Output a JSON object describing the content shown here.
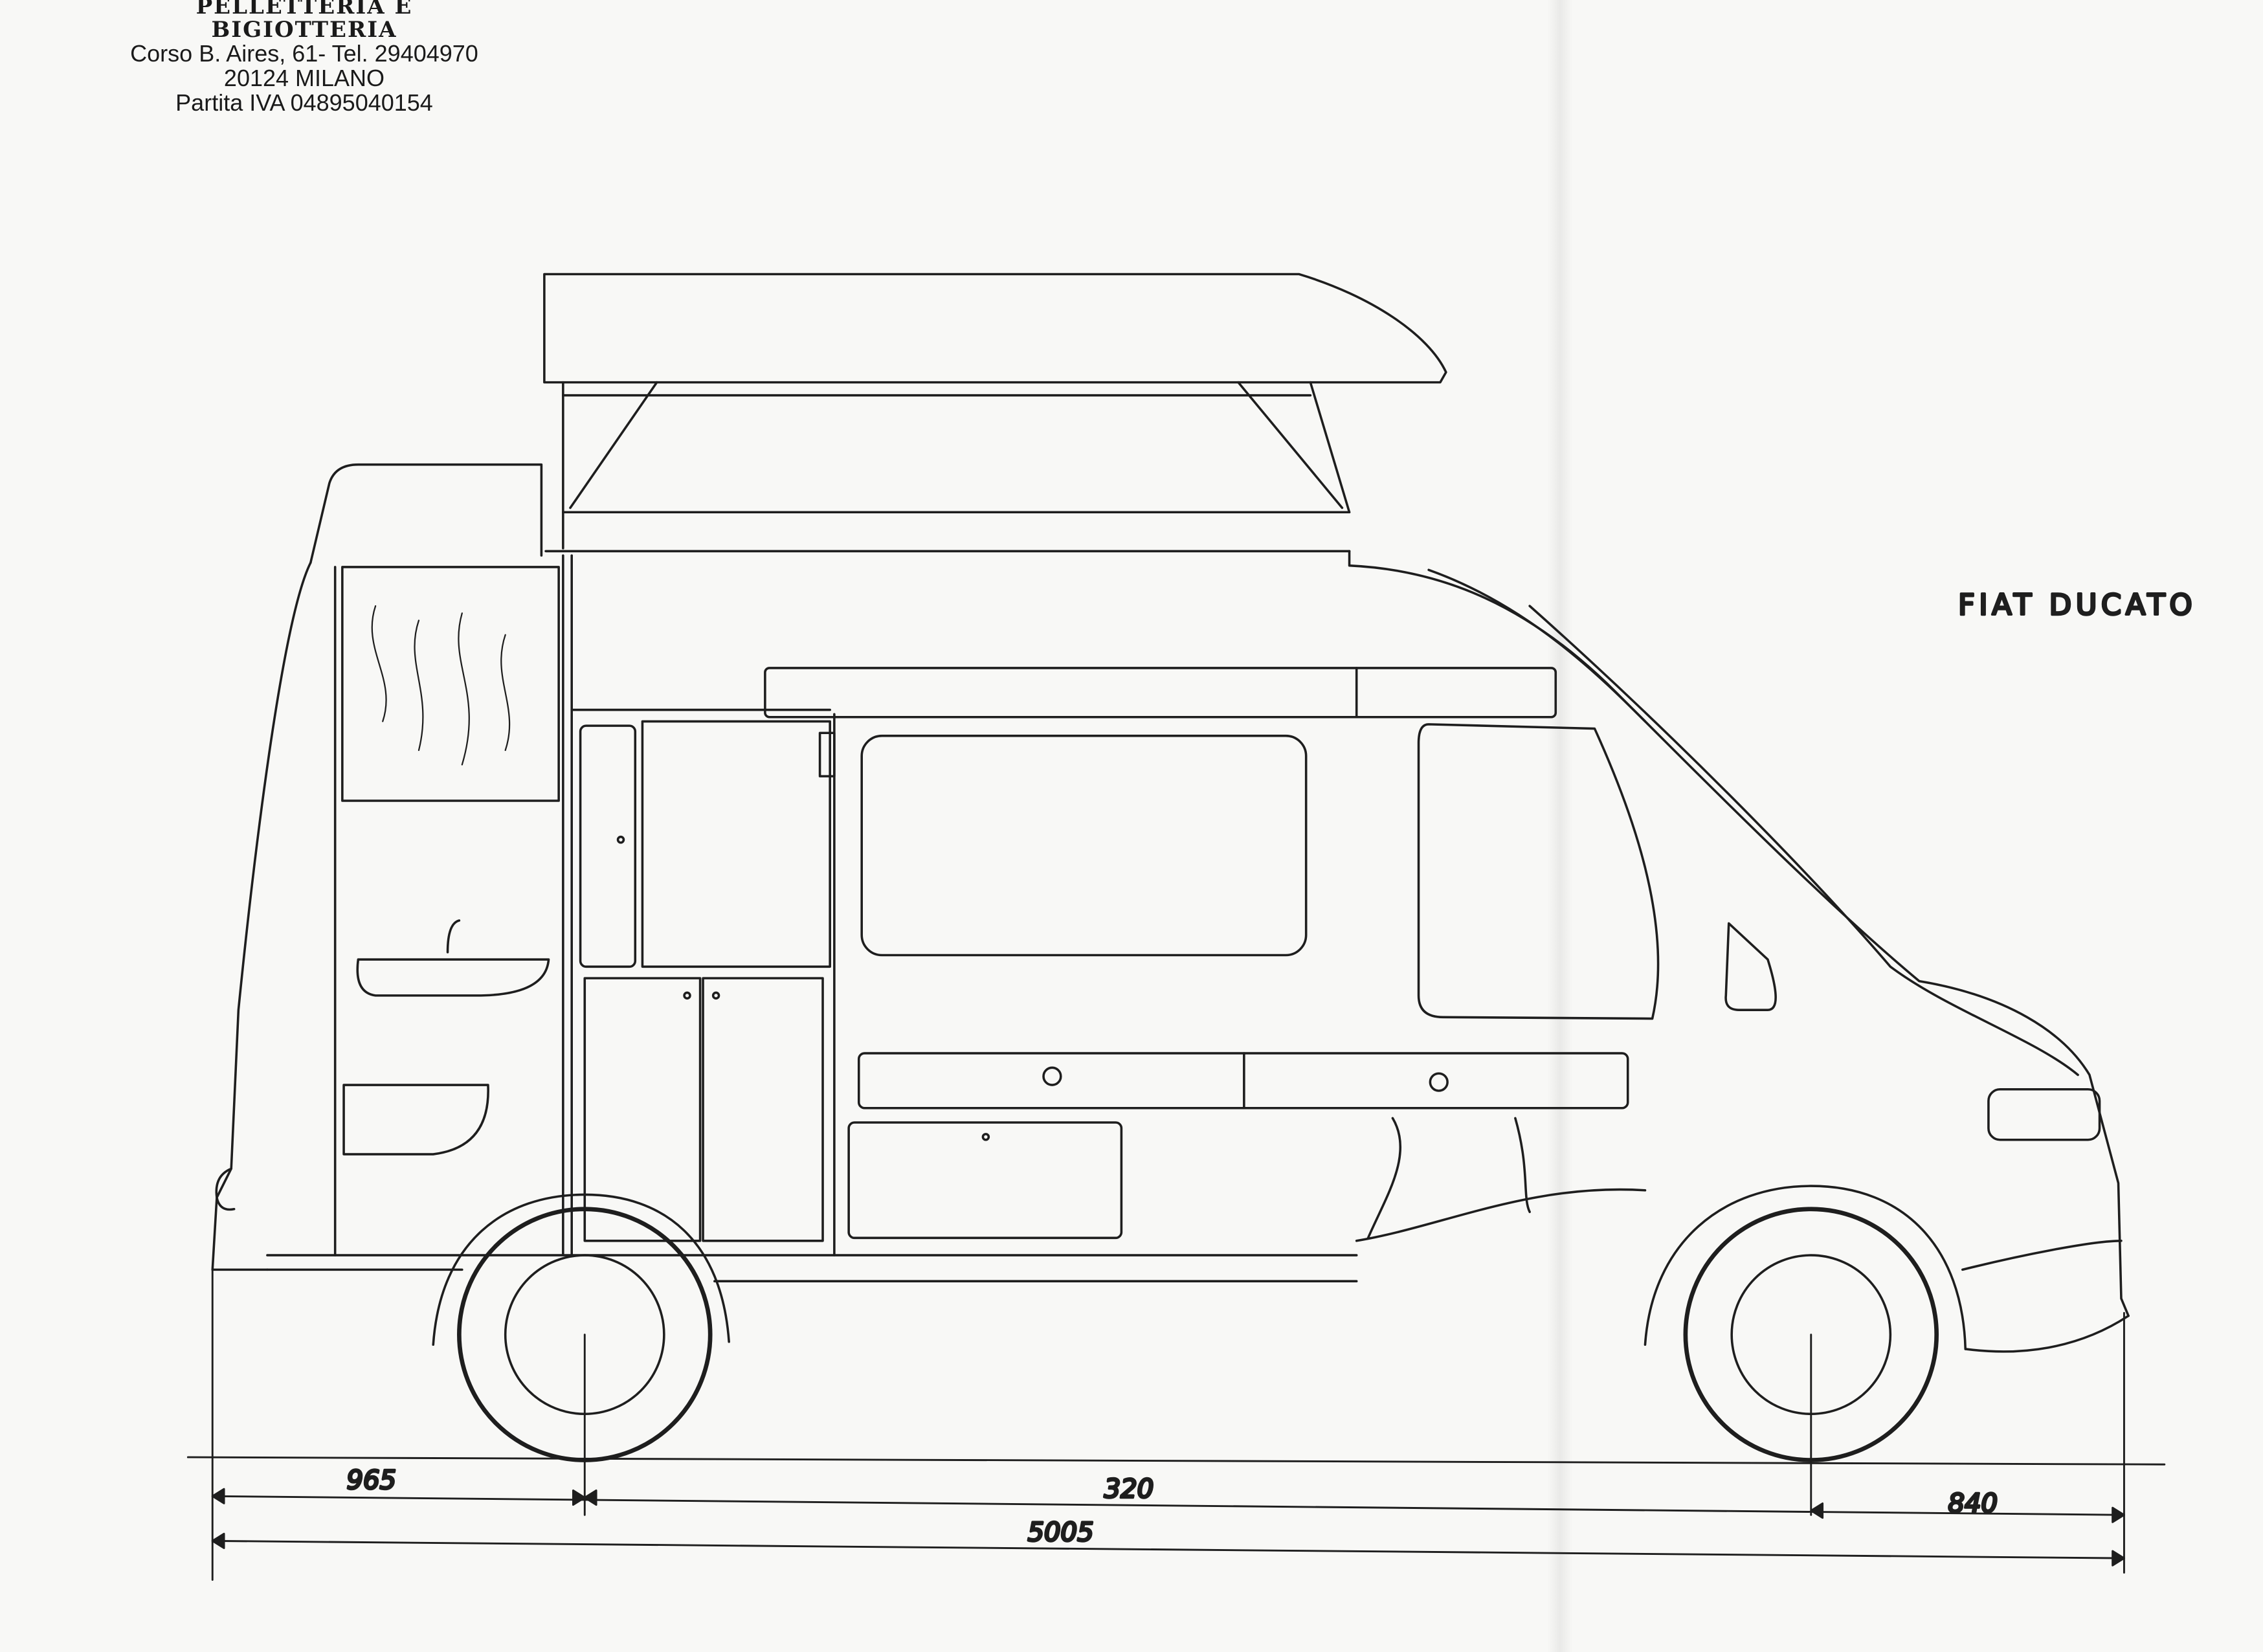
{
  "stamp": {
    "company": "PELLETTERIA E BIGIOTTERIA",
    "address": "Corso B. Aires, 61- Tel. 29404970",
    "city": "20124  MILANO",
    "vat": "Partita IVA  04895040154"
  },
  "title": "FIAT  DUCATO",
  "dimensions": {
    "rear_overhang": "965",
    "wheelbase": "320",
    "front_overhang": "840",
    "total_length": "5005"
  }
}
